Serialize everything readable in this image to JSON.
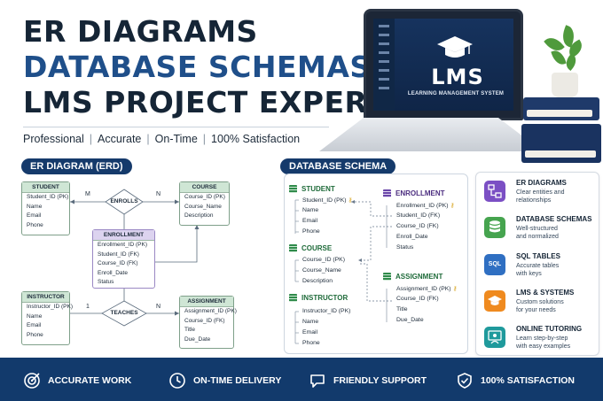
{
  "headline": {
    "line1": "ER DIAGRAMS",
    "line2": "DATABASE SCHEMAS",
    "line3": "LMS PROJECT EXPERT"
  },
  "tagline": [
    "Professional",
    "Accurate",
    "On-Time",
    "100% Satisfaction"
  ],
  "laptop": {
    "logo_text": "LMS",
    "subtitle": "LEARNING MANAGEMENT SYSTEM",
    "icon": "graduation-cap-icon"
  },
  "erd": {
    "title": "ER DIAGRAM (ERD)",
    "entities": {
      "student": {
        "name": "STUDENT",
        "fields": [
          "Student_ID (PK)",
          "Name",
          "Email",
          "Phone"
        ]
      },
      "course": {
        "name": "COURSE",
        "fields": [
          "Course_ID (PK)",
          "Course_Name",
          "Description"
        ]
      },
      "enrollment": {
        "name": "ENROLLMENT",
        "fields": [
          "Enrollment_ID (PK)",
          "Student_ID (FK)",
          "Course_ID (FK)",
          "Enroll_Date",
          "Status"
        ]
      },
      "instructor": {
        "name": "INSTRUCTOR",
        "fields": [
          "Instructor_ID (PK)",
          "Name",
          "Email",
          "Phone"
        ]
      },
      "assignment": {
        "name": "ASSIGNMENT",
        "fields": [
          "Assignment_ID (PK)",
          "Course_ID (FK)",
          "Title",
          "Due_Date"
        ]
      }
    },
    "relationships": {
      "enrolls": {
        "label": "ENROLLS",
        "left_card": "M",
        "right_card": "N"
      },
      "teaches": {
        "label": "TEACHES",
        "left_card": "1",
        "right_card": "N"
      }
    }
  },
  "schema": {
    "title": "DATABASE SCHEMA",
    "tables": {
      "student": {
        "name": "STUDENT",
        "fields": [
          "Student_ID (PK)",
          "Name",
          "Email",
          "Phone"
        ]
      },
      "course": {
        "name": "COURSE",
        "fields": [
          "Course_ID (PK)",
          "Course_Name",
          "Description"
        ]
      },
      "instructor": {
        "name": "INSTRUCTOR",
        "fields": [
          "Instructor_ID (PK)",
          "Name",
          "Email",
          "Phone"
        ]
      },
      "enrollment": {
        "name": "ENROLLMENT",
        "fields": [
          "Enrollment_ID (PK)",
          "Student_ID (FK)",
          "Course_ID (FK)",
          "Enroll_Date",
          "Status"
        ]
      },
      "assignment": {
        "name": "ASSIGNMENT",
        "fields": [
          "Assignment_ID (PK)",
          "Course_ID (FK)",
          "Title",
          "Due_Date"
        ]
      }
    },
    "key_icon": "key-icon"
  },
  "services": [
    {
      "title": "ER DIAGRAMS",
      "desc1": "Clear entities and",
      "desc2": "relationships",
      "icon": "diagram-icon",
      "color": "#7b4fc4"
    },
    {
      "title": "DATABASE SCHEMAS",
      "desc1": "Well-structured",
      "desc2": "and normalized",
      "icon": "database-icon",
      "color": "#46a44f"
    },
    {
      "title": "SQL TABLES",
      "desc1": "Accurate tables",
      "desc2": "with keys",
      "icon": "sql-file-icon",
      "icon_text": "SQL",
      "color": "#2f6fc2"
    },
    {
      "title": "LMS & SYSTEMS",
      "desc1": "Custom solutions",
      "desc2": "for your needs",
      "icon": "graduation-cap-icon",
      "color": "#ef8a1f"
    },
    {
      "title": "ONLINE TUTORING",
      "desc1": "Learn step-by-step",
      "desc2": "with easy examples",
      "icon": "tutor-icon",
      "color": "#1f9a9c"
    }
  ],
  "footer": [
    {
      "label": "ACCURATE WORK",
      "icon": "target-icon"
    },
    {
      "label": "ON-TIME DELIVERY",
      "icon": "clock-icon"
    },
    {
      "label": "FRIENDLY SUPPORT",
      "icon": "chat-bubble-icon"
    },
    {
      "label": "100% SATISFACTION",
      "icon": "shield-check-icon"
    }
  ],
  "colors": {
    "navy": "#123a6c",
    "blue": "#1f4f8a",
    "green": "#46a44f",
    "purple": "#7b4fc4"
  }
}
